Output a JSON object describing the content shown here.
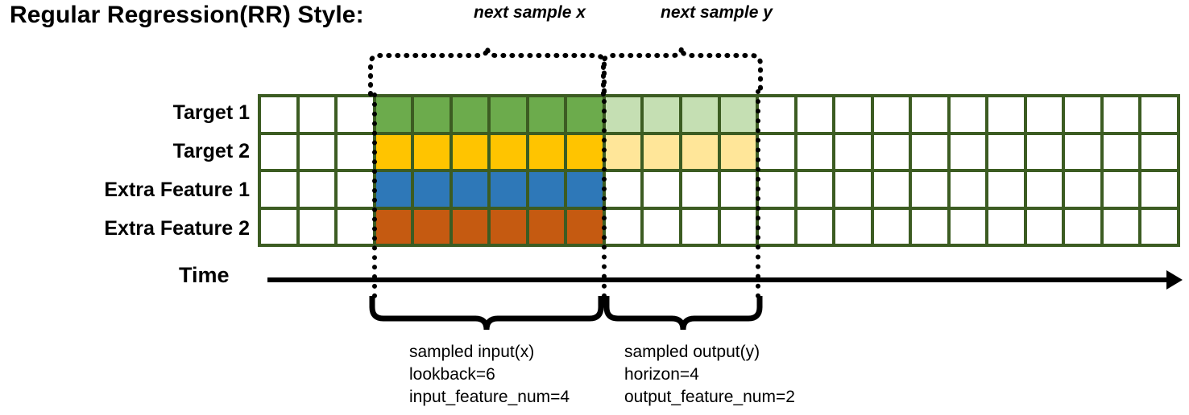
{
  "title": "Regular Regression(RR) Style:",
  "rows": [
    {
      "label": "Target 1",
      "key": "target-1"
    },
    {
      "label": "Target 2",
      "key": "target-2"
    },
    {
      "label": "Extra Feature 1",
      "key": "extra-feature-1"
    },
    {
      "label": "Extra Feature 2",
      "key": "extra-feature-2"
    }
  ],
  "axis": {
    "label": "Time"
  },
  "top_annotations": [
    {
      "text": "next sample x",
      "key": "next-sample-x"
    },
    {
      "text": "next sample y",
      "key": "next-sample-y"
    }
  ],
  "bottom_annotations": [
    {
      "key": "sampled-input",
      "lines": [
        "sampled input(x)",
        "lookback=6",
        "input_feature_num=4"
      ]
    },
    {
      "key": "sampled-output",
      "lines": [
        "sampled output(y)",
        "horizon=4",
        "output_feature_num=2"
      ]
    }
  ],
  "colors": {
    "grid_border": "#3c5c22",
    "empty": "#ffffff",
    "target1": "#6cab4c",
    "target1_faded": "#c5dfb3",
    "target2": "#ffc400",
    "target2_faded": "#ffe699",
    "extra1": "#2e78b8",
    "extra2": "#c55a11",
    "annotation": "#000000"
  },
  "grid": {
    "columns": 24,
    "rows": 4,
    "input_start_col": 3,
    "input_len": 6,
    "output_start_col": 9,
    "output_len": 4,
    "cells": [
      [
        "#ffffff",
        "#ffffff",
        "#ffffff",
        "#6cab4c",
        "#6cab4c",
        "#6cab4c",
        "#6cab4c",
        "#6cab4c",
        "#6cab4c",
        "#c5dfb3",
        "#c5dfb3",
        "#c5dfb3",
        "#c5dfb3",
        "#ffffff",
        "#ffffff",
        "#ffffff",
        "#ffffff",
        "#ffffff",
        "#ffffff",
        "#ffffff",
        "#ffffff",
        "#ffffff",
        "#ffffff",
        "#ffffff"
      ],
      [
        "#ffffff",
        "#ffffff",
        "#ffffff",
        "#ffc400",
        "#ffc400",
        "#ffc400",
        "#ffc400",
        "#ffc400",
        "#ffc400",
        "#ffe699",
        "#ffe699",
        "#ffe699",
        "#ffe699",
        "#ffffff",
        "#ffffff",
        "#ffffff",
        "#ffffff",
        "#ffffff",
        "#ffffff",
        "#ffffff",
        "#ffffff",
        "#ffffff",
        "#ffffff",
        "#ffffff"
      ],
      [
        "#ffffff",
        "#ffffff",
        "#ffffff",
        "#2e78b8",
        "#2e78b8",
        "#2e78b8",
        "#2e78b8",
        "#2e78b8",
        "#2e78b8",
        "#ffffff",
        "#ffffff",
        "#ffffff",
        "#ffffff",
        "#ffffff",
        "#ffffff",
        "#ffffff",
        "#ffffff",
        "#ffffff",
        "#ffffff",
        "#ffffff",
        "#ffffff",
        "#ffffff",
        "#ffffff",
        "#ffffff"
      ],
      [
        "#ffffff",
        "#ffffff",
        "#ffffff",
        "#c55a11",
        "#c55a11",
        "#c55a11",
        "#c55a11",
        "#c55a11",
        "#c55a11",
        "#ffffff",
        "#ffffff",
        "#ffffff",
        "#ffffff",
        "#ffffff",
        "#ffffff",
        "#ffffff",
        "#ffffff",
        "#ffffff",
        "#ffffff",
        "#ffffff",
        "#ffffff",
        "#ffffff",
        "#ffffff",
        "#ffffff"
      ]
    ]
  }
}
